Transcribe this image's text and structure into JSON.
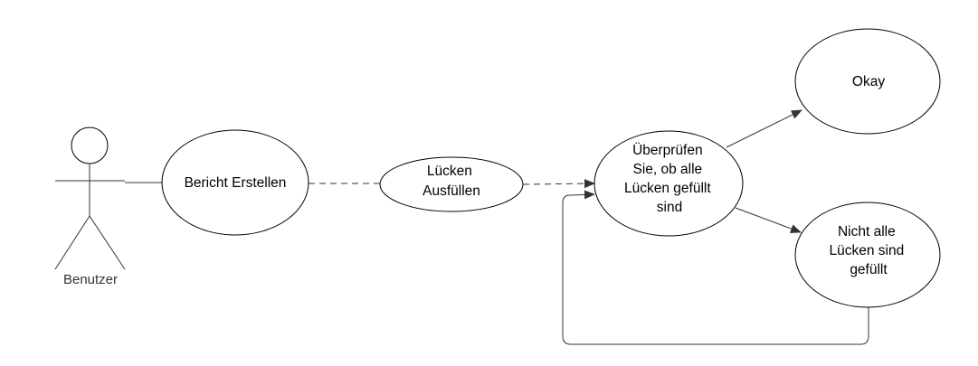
{
  "actor": {
    "name": "Benutzer"
  },
  "use_cases": {
    "bericht_erstellen": [
      "Bericht Erstellen"
    ],
    "luecken_ausfuellen": [
      "Lücken",
      "Ausfüllen"
    ],
    "ueberpruefen": [
      "Überprüfen",
      "Sie, ob alle",
      "Lücken gefüllt",
      "sind"
    ],
    "okay": [
      "Okay"
    ],
    "nicht_alle": [
      "Nicht alle",
      "Lücken sind",
      "gefüllt"
    ]
  },
  "colors": {
    "stroke": "#000000",
    "connector": "#333333",
    "background": "#ffffff"
  }
}
